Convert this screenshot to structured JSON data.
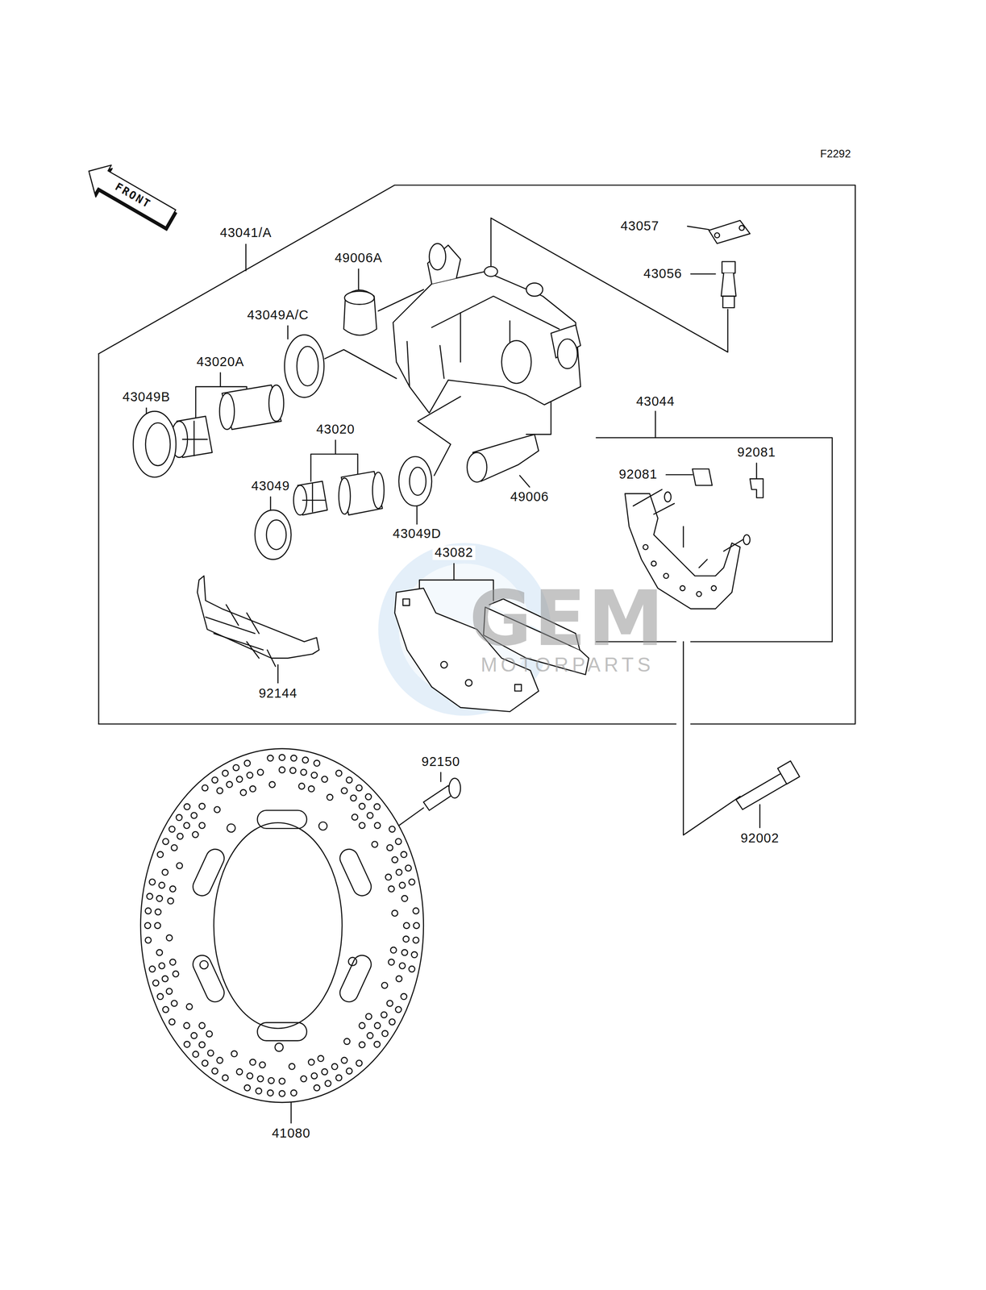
{
  "diagram": {
    "labels": [
      "F2292",
      "FRONT",
      "43041/A",
      "43057",
      "49006A",
      "43056",
      "43049A/C",
      "43020A",
      "43049B",
      "43044",
      "43020",
      "92081",
      "92081",
      "43049",
      "49006",
      "43049D",
      "43082",
      "92144",
      "92150",
      "92002",
      "41080",
      "GEM",
      "MOTORPARTS"
    ]
  }
}
